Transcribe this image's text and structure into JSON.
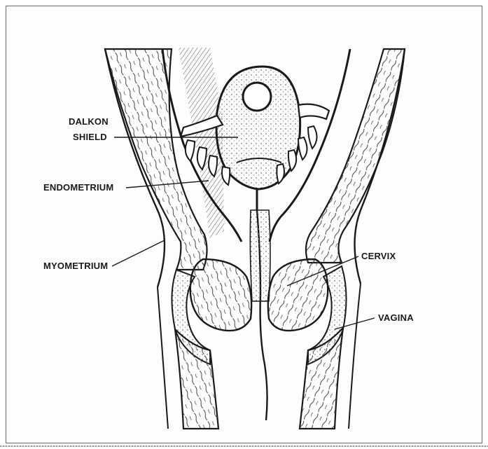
{
  "labels": {
    "dalkon_line1": "DALKON",
    "dalkon_line2": "SHIELD",
    "endometrium": "ENDOMETRIUM",
    "myometrium": "MYOMETRIUM",
    "cervix": "CERVIX",
    "vagina": "VAGINA"
  },
  "colors": {
    "ink": "#1a1a1a",
    "frame": "#6b6b6b",
    "shade": "#8a8a8a"
  }
}
